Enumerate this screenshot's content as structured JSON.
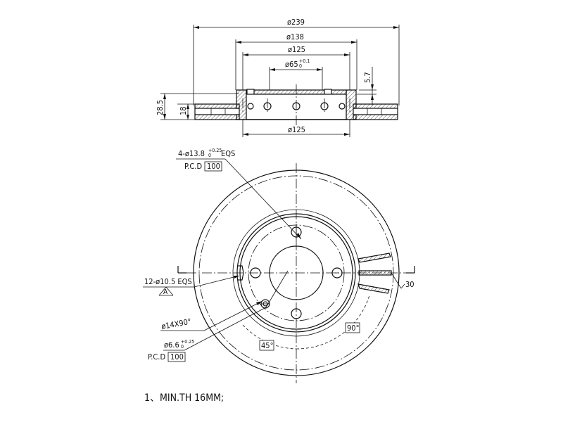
{
  "top_view": {
    "dia_overall": "ø239",
    "dia_hat": "ø138",
    "dia_bolt": "ø125",
    "dia_bore": "ø65",
    "dia_bore_tol": "+0.1",
    "dia_bore_tol_low": "0",
    "hat_depth": "5.7",
    "total_height": "28.5",
    "disc_thickness": "18",
    "dia_inner": "ø125"
  },
  "front_view": {
    "bolt_holes_callout": "4-ø13.8",
    "bolt_holes_tol": "+0.25",
    "bolt_holes_tol_low": "0",
    "bolt_holes_suffix": "EQS",
    "bolt_pcd_label": "P.C.D",
    "bolt_pcd_value": "100",
    "vent_holes_callout": "12-ø10.5 EQS",
    "datum_label": "A",
    "chamfer_callout": "ø14X90°",
    "pin_hole_callout": "ø6.6",
    "pin_hole_tol": "+0.25",
    "pin_hole_tol_low": "0",
    "pin_pcd_label": "P.C.D",
    "pin_pcd_value": "100",
    "angle_45": "45°",
    "angle_90": "90°",
    "section_dim": "30"
  },
  "notes": {
    "line1": "1、MIN.TH 16MM;"
  }
}
